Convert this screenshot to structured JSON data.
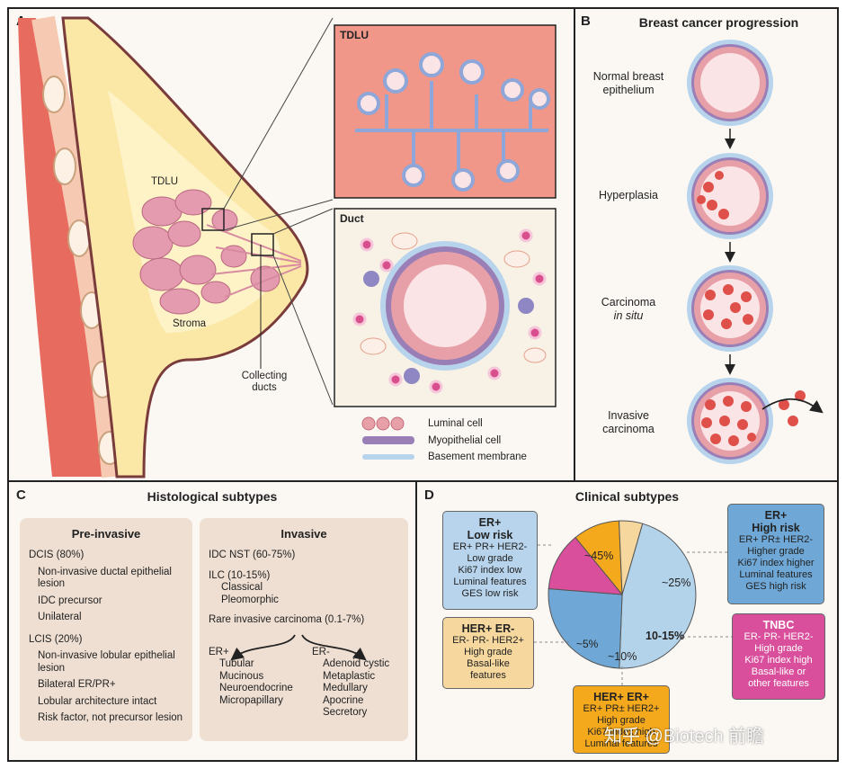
{
  "panelA": {
    "label": "A",
    "tdlu_label": "TDLU",
    "stroma_label": "Stroma",
    "collecting_label": "Collecting ducts",
    "inset_tdlu_title": "TDLU",
    "inset_duct_title": "Duct",
    "legend": [
      "Luminal cell",
      "Myopithelial cell",
      "Basement membrane"
    ]
  },
  "panelB": {
    "label": "B",
    "title": "Breast cancer progression",
    "stages": [
      {
        "l1": "Normal breast",
        "l2": "epithelium"
      },
      {
        "l1": "Hyperplasia",
        "l2": ""
      },
      {
        "l1": "Carcinoma",
        "l2": "in situ"
      },
      {
        "l1": "Invasive",
        "l2": "carcinoma"
      }
    ]
  },
  "panelC": {
    "label": "C",
    "title": "Histological subtypes",
    "preinvasive": {
      "heading": "Pre-invasive",
      "dcis": "DCIS (80%)",
      "dcis_items": [
        "Non-invasive ductal epithelial lesion",
        "IDC precursor",
        "Unilateral"
      ],
      "lcis": "LCIS (20%)",
      "lcis_items": [
        "Non-invasive lobular epithelial lesion",
        "Bilateral ER/PR+",
        "Lobular architecture intact",
        "Risk factor, not precursor lesion"
      ]
    },
    "invasive": {
      "heading": "Invasive",
      "idc": "IDC NST (60-75%)",
      "ilc": "ILC (10-15%)",
      "ilc_items": [
        "Classical",
        "Pleomorphic"
      ],
      "rare": "Rare invasive carcinoma (0.1-7%)",
      "erpos": "ER+",
      "erpos_items": [
        "Tubular",
        "Mucinous",
        "Neuroendocrine",
        "Micropapillary"
      ],
      "erneg": "ER-",
      "erneg_items": [
        "Adenoid cystic",
        "Metaplastic",
        "Medullary",
        "Apocrine",
        "Secretory"
      ]
    }
  },
  "panelD": {
    "label": "D",
    "title": "Clinical subtypes",
    "boxes": {
      "er_low": {
        "h1": "ER+",
        "h2": "Low risk",
        "lines": [
          "ER+ PR+ HER2-",
          "Low grade",
          "Ki67 index low",
          "Luminal features",
          "GES low risk"
        ]
      },
      "er_high": {
        "h1": "ER+",
        "h2": "High risk",
        "lines": [
          "ER+ PR± HER2-",
          "Higher grade",
          "Ki67 index higher",
          "Luminal features",
          "GES high risk"
        ]
      },
      "her_erneg": {
        "h1": "HER+ ER-",
        "lines": [
          "ER- PR- HER2+",
          "High grade",
          "Basal-like",
          "features"
        ]
      },
      "tnbc": {
        "h1": "TNBC",
        "lines": [
          "ER- PR- HER2-",
          "High grade",
          "Ki67 index high",
          "Basal-like or",
          "other features"
        ]
      },
      "her_erpos": {
        "h1": "HER+ ER+",
        "lines": [
          "ER+ PR± HER2+",
          "High grade",
          "Ki67 index high",
          "Luminal features"
        ]
      }
    },
    "watermark": "知乎 @Biotech 前瞻"
  },
  "chart_data": {
    "type": "pie",
    "categories": [
      "ER+ Low risk",
      "ER+ High risk",
      "TNBC",
      "HER+ ER+",
      "HER+ ER-"
    ],
    "values": [
      45,
      25,
      12.5,
      10,
      5
    ],
    "labels": [
      "~45%",
      "~25%",
      "10-15%",
      "~10%",
      "~5%"
    ],
    "colors": [
      "#b3d3ea",
      "#6fa8d6",
      "#d94f9c",
      "#f4a81c",
      "#f6d89e"
    ]
  }
}
